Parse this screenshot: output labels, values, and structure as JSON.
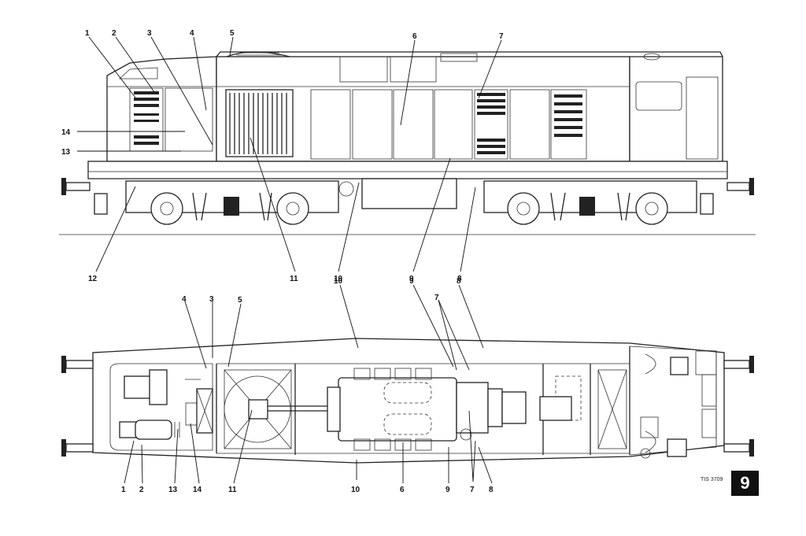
{
  "side_view_labels": [
    "1",
    "2",
    "3",
    "4",
    "5",
    "6",
    "7",
    "14",
    "13",
    "12",
    "11",
    "10",
    "9",
    "8"
  ],
  "plan_view_labels": [
    "4",
    "3",
    "5",
    "10",
    "9",
    "7",
    "8",
    "1",
    "2",
    "13",
    "14",
    "11",
    "10",
    "6",
    "9",
    "7",
    "8"
  ],
  "drawing_ref": "TIS 3709",
  "figure_number": "9"
}
